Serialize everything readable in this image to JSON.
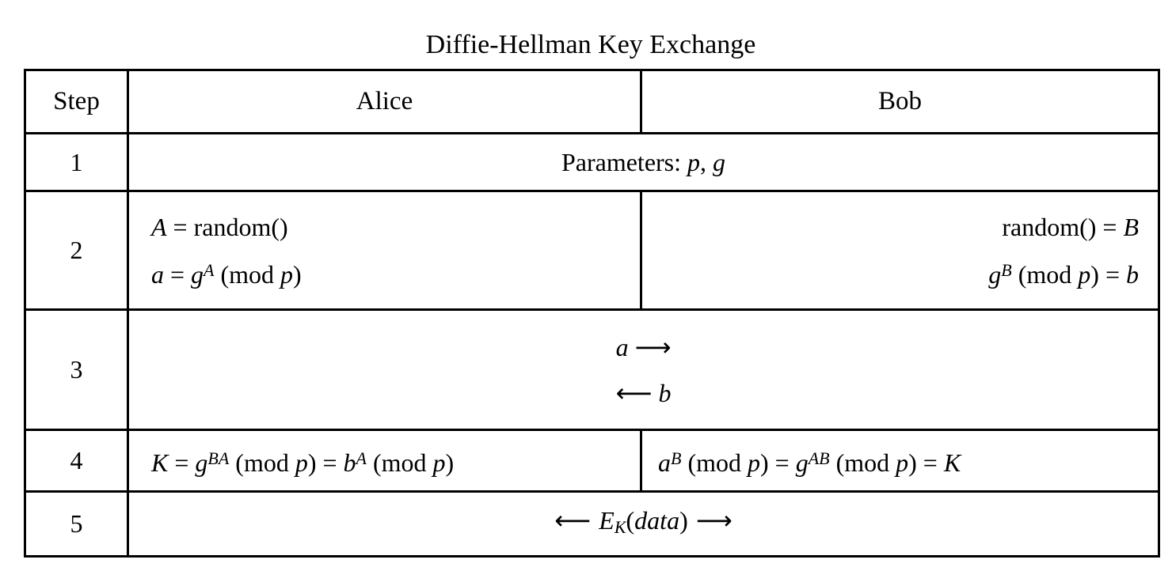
{
  "colors": {
    "background": "#ffffff",
    "text": "#000000",
    "border": "#000000"
  },
  "title": "Diffie-Hellman Key Exchange",
  "table": {
    "headers": {
      "step": "Step",
      "alice": "Alice",
      "bob": "Bob"
    },
    "row1": {
      "step": "1",
      "formula": [
        {
          "t": "Parameters: ",
          "v": "r"
        },
        {
          "t": "p",
          "v": "i"
        },
        {
          "t": ", ",
          "v": "r"
        },
        {
          "t": "g",
          "v": "i"
        }
      ]
    },
    "row2": {
      "step": "2",
      "alice": {
        "line1": [
          {
            "t": "A",
            "v": "i"
          },
          {
            "t": " = ",
            "v": "r"
          },
          {
            "t": "random()",
            "v": "r"
          }
        ],
        "line2": [
          {
            "t": "a",
            "v": "i"
          },
          {
            "t": " = ",
            "v": "r"
          },
          {
            "t": "g",
            "v": "i"
          },
          {
            "t": "A",
            "v": "sup"
          },
          {
            "t": " (mod ",
            "v": "r"
          },
          {
            "t": "p",
            "v": "i"
          },
          {
            "t": ")",
            "v": "r"
          }
        ]
      },
      "bob": {
        "line1": [
          {
            "t": "random()",
            "v": "r"
          },
          {
            "t": " = ",
            "v": "r"
          },
          {
            "t": "B",
            "v": "i"
          }
        ],
        "line2": [
          {
            "t": "g",
            "v": "i"
          },
          {
            "t": "B",
            "v": "sup"
          },
          {
            "t": " (mod ",
            "v": "r"
          },
          {
            "t": "p",
            "v": "i"
          },
          {
            "t": ") = ",
            "v": "r"
          },
          {
            "t": "b",
            "v": "i"
          }
        ]
      }
    },
    "row3": {
      "step": "3",
      "line1": [
        {
          "t": "a",
          "v": "i"
        },
        {
          "t": " ",
          "v": "r"
        },
        {
          "t": "⟶",
          "v": "ar"
        }
      ],
      "line2": [
        {
          "t": "⟵",
          "v": "ar"
        },
        {
          "t": " ",
          "v": "r"
        },
        {
          "t": "b",
          "v": "i"
        }
      ]
    },
    "row4": {
      "step": "4",
      "alice": [
        {
          "t": "K",
          "v": "i"
        },
        {
          "t": " = ",
          "v": "r"
        },
        {
          "t": "g",
          "v": "i"
        },
        {
          "t": "BA",
          "v": "sup"
        },
        {
          "t": " (mod ",
          "v": "r"
        },
        {
          "t": "p",
          "v": "i"
        },
        {
          "t": ") = ",
          "v": "r"
        },
        {
          "t": "b",
          "v": "i"
        },
        {
          "t": "A",
          "v": "sup"
        },
        {
          "t": " (mod ",
          "v": "r"
        },
        {
          "t": "p",
          "v": "i"
        },
        {
          "t": ")",
          "v": "r"
        }
      ],
      "bob": [
        {
          "t": "a",
          "v": "i"
        },
        {
          "t": "B",
          "v": "sup"
        },
        {
          "t": " (mod ",
          "v": "r"
        },
        {
          "t": "p",
          "v": "i"
        },
        {
          "t": ") = ",
          "v": "r"
        },
        {
          "t": "g",
          "v": "i"
        },
        {
          "t": "AB",
          "v": "sup"
        },
        {
          "t": " (mod ",
          "v": "r"
        },
        {
          "t": "p",
          "v": "i"
        },
        {
          "t": ") = ",
          "v": "r"
        },
        {
          "t": "K",
          "v": "i"
        }
      ]
    },
    "row5": {
      "step": "5",
      "formula": [
        {
          "t": "⟵ ",
          "v": "ar"
        },
        {
          "t": "E",
          "v": "i"
        },
        {
          "t": "K",
          "v": "sub"
        },
        {
          "t": "(",
          "v": "r"
        },
        {
          "t": "data",
          "v": "i"
        },
        {
          "t": ")",
          "v": "r"
        },
        {
          "t": " ⟶",
          "v": "ar"
        }
      ]
    }
  }
}
